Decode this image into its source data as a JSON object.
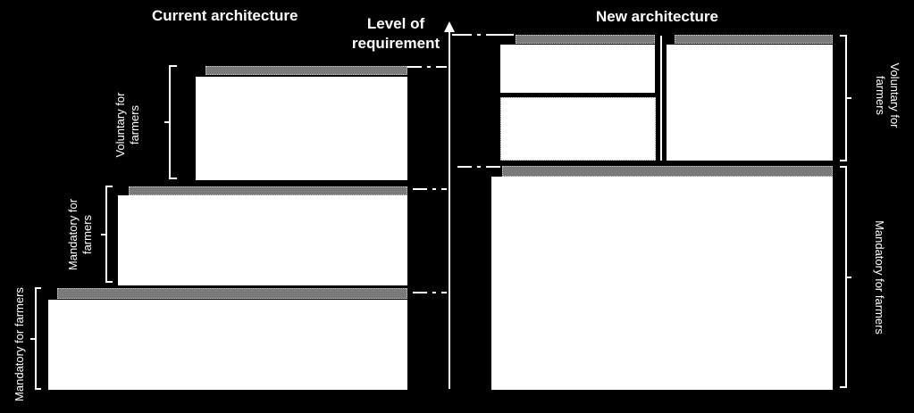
{
  "titles": {
    "current": "Current architecture",
    "new": "New architecture"
  },
  "axis": {
    "line1": "Level of",
    "line2": "requirement"
  },
  "current": {
    "voluntary_line1": "Voluntary for",
    "voluntary_line2": "farmers",
    "mandatory_mid_line1": "Mandatory for",
    "mandatory_mid_line2": "farmers",
    "mandatory_base": "Mandatory for farmers"
  },
  "new": {
    "voluntary_line1": "Voluntary for",
    "voluntary_line2": "farmers",
    "mandatory": "Mandatory for farmers"
  },
  "colors": {
    "background": "#000000",
    "box": "#ffffff",
    "bar": "#7a7a7a"
  }
}
